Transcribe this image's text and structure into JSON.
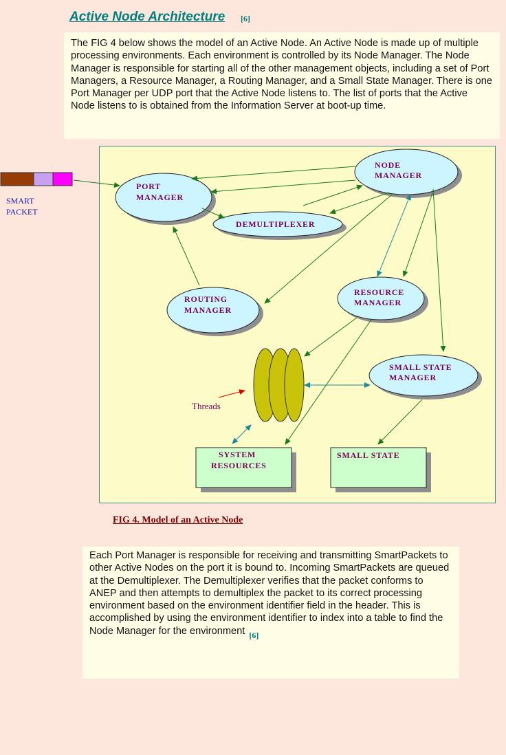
{
  "header": {
    "title": "Active Node Architecture",
    "title_ref": "[6]"
  },
  "intro": {
    "text": "The FIG 4  below shows the model of an Active Node. An Active Node is made up of multiple processing environments. Each environment is controlled by its Node Manager. The Node Manager is responsible for starting all of the other management objects, including a set of Port Managers, a Resource Manager, a Routing Manager, and a Small State Manager. There is one Port Manager per UDP port that the Active Node listens to. The list of ports that the Active Node listens to is obtained from the Information Server at boot-up time."
  },
  "diagram": {
    "smart_packet": {
      "line1": "SMART",
      "line2": "PACKET"
    },
    "nodes": {
      "node_manager": [
        "NODE",
        "MANAGER"
      ],
      "port_manager": [
        "PORT",
        "MANAGER"
      ],
      "demultiplexer": [
        "DEMULTIPLEXER"
      ],
      "routing_manager": [
        "ROUTING",
        "MANAGER"
      ],
      "resource_manager": [
        "RESOURCE",
        "MANAGER"
      ],
      "small_state_manager": [
        "SMALL STATE",
        "MANAGER"
      ],
      "system_resources": [
        "SYSTEM",
        "RESOURCES"
      ],
      "small_state": [
        "SMALL STATE"
      ]
    },
    "threads_label": "Threads",
    "colors": {
      "ellipse_fill": "#ccf5ff",
      "box_fill": "#ccffcc",
      "thread_fill": "#c9c40a",
      "packet_segments": [
        "#963c06",
        "#c8a0f0",
        "#ff00ff"
      ],
      "arrow_green": "#1a7a1a",
      "arrow_teal": "#1a8a9a",
      "arrow_red": "#e00000",
      "node_text": "#7a005a"
    }
  },
  "caption": "FIG 4. Model of an Active Node",
  "body": {
    "text": "Each Port Manager is responsible for receiving and transmitting SmartPackets to other Active Nodes on the port it is bound to. Incoming SmartPackets are queued at the Demultiplexer. The Demultiplexer verifies that the packet conforms to ANEP and then attempts to demultiplex the packet to its correct processing environment based on the environment identifier field in the header. This is accomplished by using the environment identifier to index into a table to find the Node Manager for the environment",
    "ref": "[6]"
  }
}
